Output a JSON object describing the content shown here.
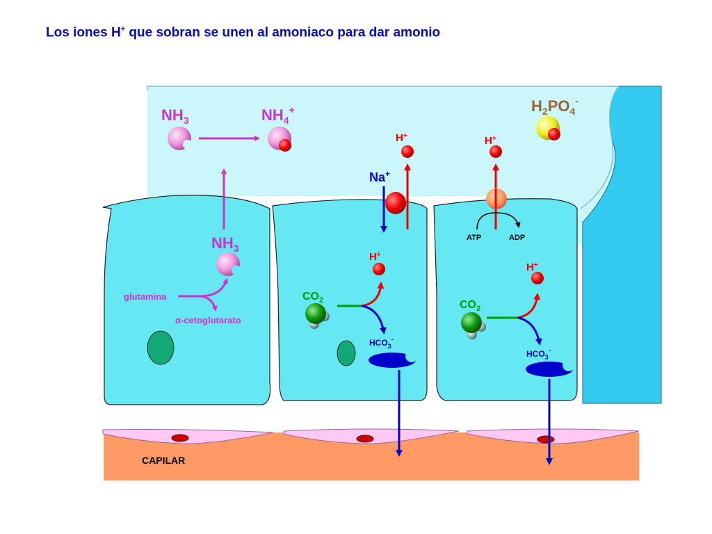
{
  "title": {
    "before": "Los iones H",
    "sup": "+",
    "after": " que sobran se unen al amoniaco para dar amonio"
  },
  "labels": {
    "nh3_lumen": {
      "base": "NH",
      "sub": "3",
      "sup": ""
    },
    "nh4_lumen": {
      "base": "NH",
      "sub": "4",
      "sup": "+"
    },
    "nh3_cell": {
      "base": "NH",
      "sub": "3",
      "sup": ""
    },
    "h2po4": {
      "a": "H",
      "sub1": "2",
      "b": "PO",
      "sub2": "4",
      "sup": "-"
    },
    "glutamina": "glutamina",
    "alpha_ketoglutarate": "α-cetoglutarato",
    "na_plus": {
      "base": "Na",
      "sup": "+"
    },
    "h_plus": {
      "base": "H",
      "sup": "+"
    },
    "co2": {
      "base": "CO",
      "sub": "2"
    },
    "hco3": {
      "base": "HCO",
      "sub": "3",
      "sup": "-"
    },
    "atp": "ATP",
    "adp": "ADP",
    "capilar": "CAPILAR"
  },
  "colors": {
    "lumen": "#ccf7fa",
    "cell": "#66e8f2",
    "tubule_wall": "#33ccf0",
    "capillary": "#ff9966",
    "endothelium": "#ffc8f5",
    "red_cell": "#cc0000",
    "ammonia_magenta": "#cc33cc",
    "ammonia_ball": "#ee99dd",
    "proton_red": "#ee0000",
    "arrow_blue": "#0000cc",
    "co2_green": "#009900",
    "nucleus": "#11aa77",
    "hco3_blue": "#0000cc",
    "pump": "#ff9966",
    "h2po4_text": "#996633",
    "h2po4_ball": "#eeee22",
    "title": "#0a0aa8"
  },
  "icons": [
    "nh3-molecule-icon",
    "nh4-molecule-icon",
    "h2po4-molecule-icon",
    "co2-molecule-icon",
    "hco3-ion-icon",
    "proton-icon",
    "pump-icon"
  ]
}
